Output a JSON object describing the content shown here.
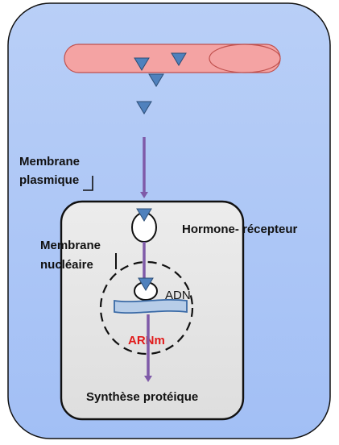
{
  "labels": {
    "plasma_membrane": [
      "Membrane",
      "plasmique"
    ],
    "hormone_receptor": "Hormone- récepteur",
    "nuclear_membrane": [
      "Membrane",
      "nucléaire"
    ],
    "dna": "ADN",
    "mrna": "ARNm",
    "protein_synthesis": "Synthèse protéique"
  },
  "colors": {
    "cell_fill": "#a9c4f7",
    "cell_stroke": "#111111",
    "vessel_fill": "#f4a3a3",
    "vessel_stroke": "#c0504d",
    "hormone_fill": "#4f81bd",
    "hormone_stroke": "#2c4d75",
    "pathway": "#7f5aa8",
    "nucleus_fill": "#e6e6e6",
    "dna_fill": "#b7cde8",
    "dna_stroke": "#3a6aa6",
    "mrna_text": "#e11b1b"
  },
  "icons": {
    "hormone": "triangle-down-icon",
    "receptor": "oval-receptor-icon"
  }
}
